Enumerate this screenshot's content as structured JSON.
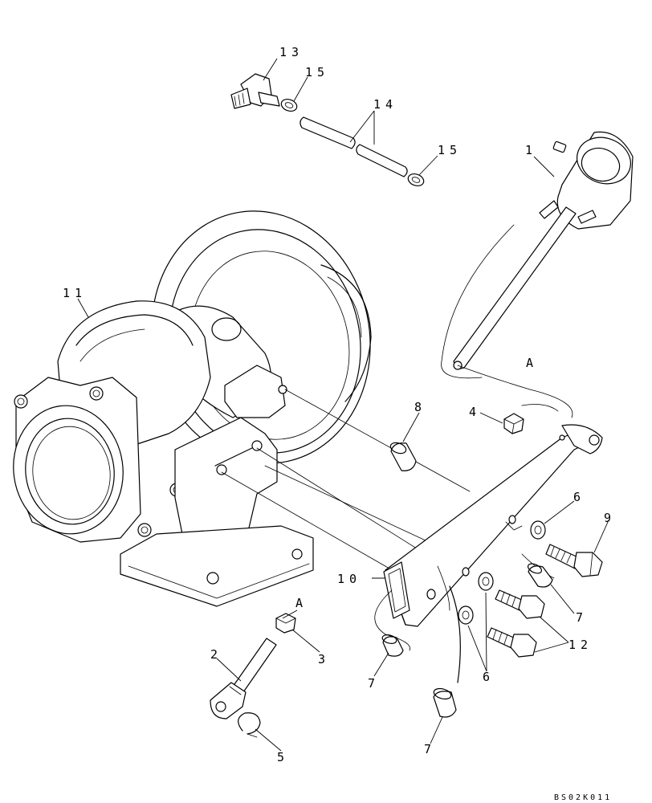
{
  "callouts": {
    "c1": "1",
    "c2": "2",
    "c3": "3",
    "c4": "4",
    "c5": "5",
    "c6a": "6",
    "c6b": "6",
    "c7a": "7",
    "c7b": "7",
    "c7c": "7",
    "c8": "8",
    "c9": "9",
    "c10": "10",
    "c11": "11",
    "c12": "12",
    "c13": "13",
    "c14": "14",
    "c15a": "15",
    "c15b": "15"
  },
  "connection_marks": {
    "a_upper": "A",
    "a_lower": "A"
  },
  "reference_code": "BS02K011"
}
